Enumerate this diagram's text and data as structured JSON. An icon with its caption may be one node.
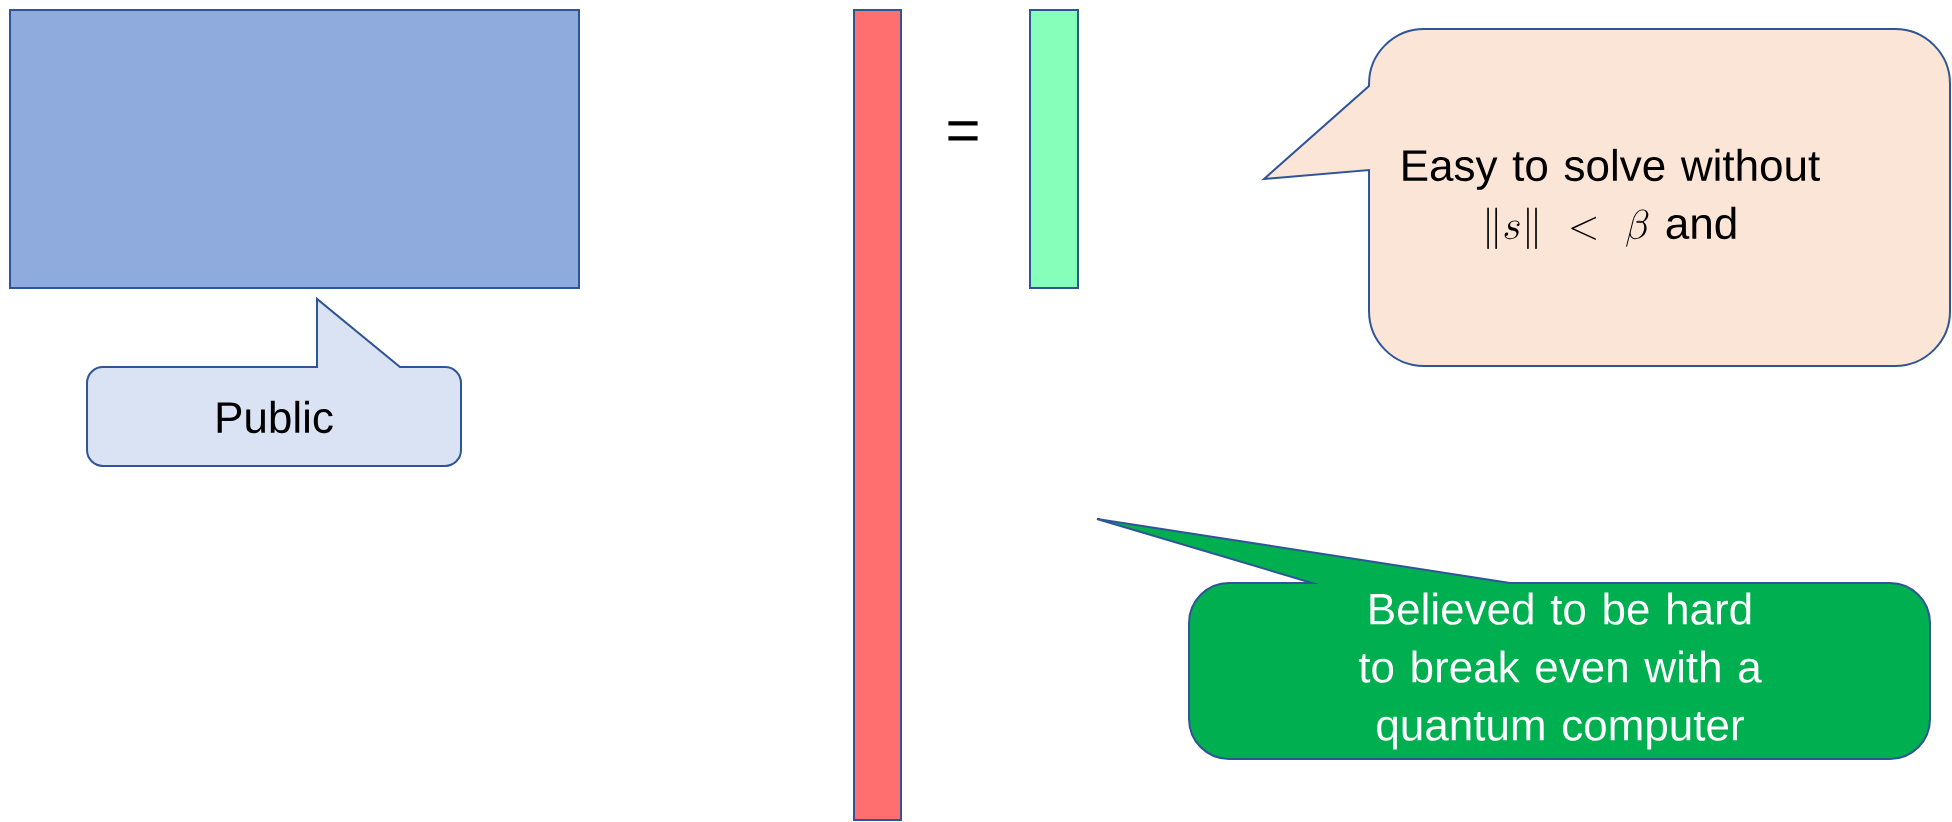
{
  "diagram": {
    "nodes": [
      {
        "text": [],
        "shape": "box"
      },
      {
        "text": [],
        "shape": "box"
      },
      {
        "text": [],
        "shape": "box"
      },
      {
        "text": [
          "Easy to solve without",
          "\\|s\\| < \\beta",
          "and"
        ]
      },
      {
        "text": [
          "Public"
        ]
      },
      {
        "text": [
          "Believed to be hard to break even with a quantum computer"
        ]
      }
    ],
    "labels": [
      "="
    ]
  }
}
